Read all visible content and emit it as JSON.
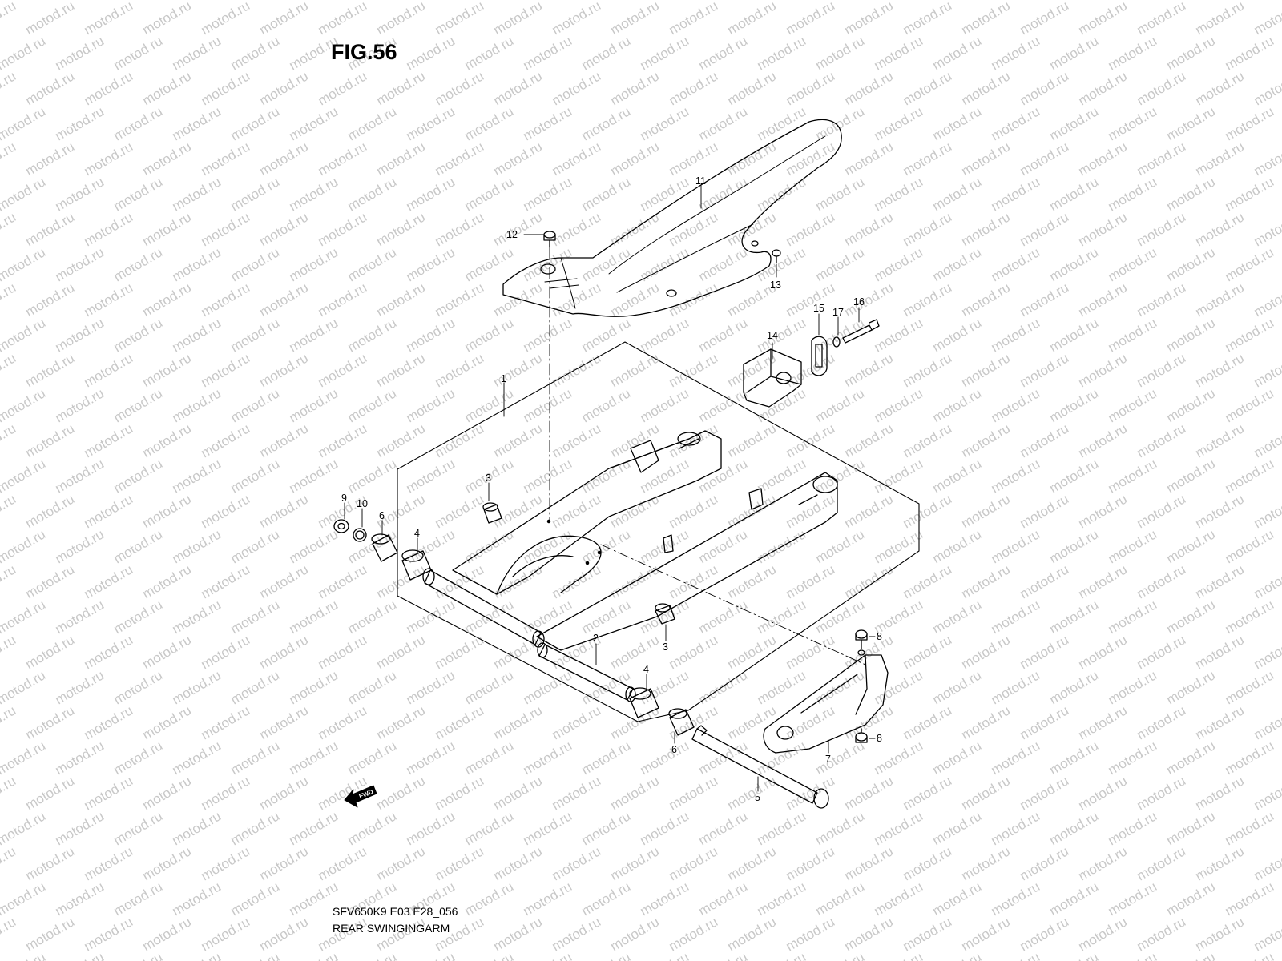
{
  "figure": {
    "title": "FIG.56",
    "diagram_code": "SFV650K9 E03 E28_056",
    "diagram_name": "REAR SWINGINGARM"
  },
  "watermark": {
    "text": "motod.ru",
    "color": "#c8c8c8"
  },
  "fwd_arrow": {
    "label": "FWD"
  },
  "callouts": [
    {
      "id": "c1",
      "label": "1"
    },
    {
      "id": "c2",
      "label": "2"
    },
    {
      "id": "c3a",
      "label": "3"
    },
    {
      "id": "c3b",
      "label": "3"
    },
    {
      "id": "c4a",
      "label": "4"
    },
    {
      "id": "c4b",
      "label": "4"
    },
    {
      "id": "c5",
      "label": "5"
    },
    {
      "id": "c6a",
      "label": "6"
    },
    {
      "id": "c6b",
      "label": "6"
    },
    {
      "id": "c7",
      "label": "7"
    },
    {
      "id": "c8a",
      "label": "8"
    },
    {
      "id": "c8b",
      "label": "8"
    },
    {
      "id": "c9",
      "label": "9"
    },
    {
      "id": "c10",
      "label": "10"
    },
    {
      "id": "c11",
      "label": "11"
    },
    {
      "id": "c12",
      "label": "12"
    },
    {
      "id": "c13",
      "label": "13"
    },
    {
      "id": "c14",
      "label": "14"
    },
    {
      "id": "c15",
      "label": "15"
    },
    {
      "id": "c16",
      "label": "16"
    },
    {
      "id": "c17",
      "label": "17"
    }
  ]
}
